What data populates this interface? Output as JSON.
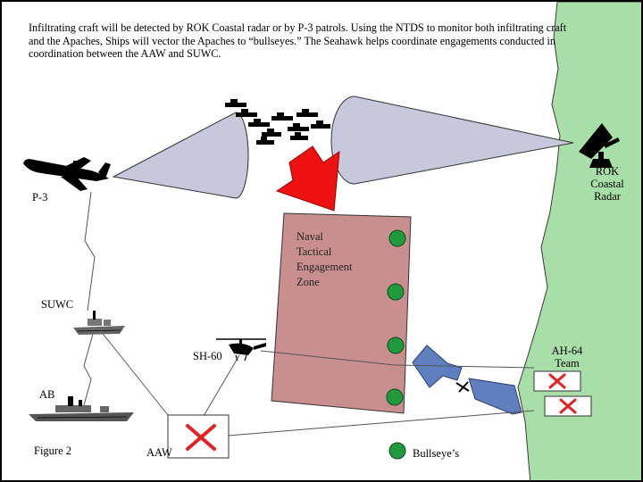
{
  "intro_text": "Infiltrating craft will be detected by ROK Coastal radar or by P-3 patrols.  Using the NTDS to monitor both infiltrating craft and the Apaches, Ships will vector the Apaches to “bullseyes.”  The Seahawk helps coordinate engagements conducted in coordination between the AAW and SUWC.",
  "labels": {
    "p3": "P-3",
    "radar_line1": "ROK",
    "radar_line2": "Coastal",
    "radar_line3": "Radar",
    "suwc": "SUWC",
    "ab": "AB",
    "sh60": "SH-60",
    "zone_line1": "Naval",
    "zone_line2": "Tactical",
    "zone_line3": "Engagement",
    "zone_line4": "Zone",
    "ah64_line1": "AH-64",
    "ah64_line2": "Team",
    "aaw": "AAW",
    "figure": "Figure  2",
    "legend_bullseye": "Bullseye’s"
  },
  "colors": {
    "coast": "#a8dfa8",
    "zone_fill": "#c98e8e",
    "bullseye": "#1f9a3c",
    "cone": "#c8c8dc",
    "red_arrow": "#ee1111",
    "blue_arrow": "#5f7fbf",
    "x_mark": "#e32222"
  }
}
